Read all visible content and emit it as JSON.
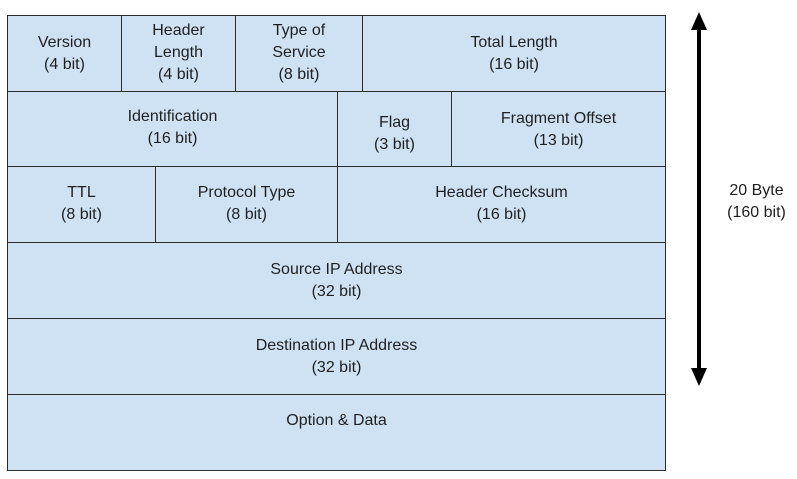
{
  "rows": [
    {
      "cells": [
        {
          "lines": [
            "Version",
            "(4 bit)"
          ]
        },
        {
          "lines": [
            "Header",
            "Length",
            "(4 bit)"
          ]
        },
        {
          "lines": [
            "Type of",
            "Service",
            "(8 bit)"
          ]
        },
        {
          "lines": [
            "Total Length",
            "(16 bit)"
          ]
        }
      ]
    },
    {
      "cells": [
        {
          "lines": [
            "Identification",
            "(16 bit)"
          ]
        },
        {
          "lines": [
            "Flag",
            "(3 bit)"
          ]
        },
        {
          "lines": [
            "Fragment Offset",
            "(13 bit)"
          ]
        }
      ]
    },
    {
      "cells": [
        {
          "lines": [
            "TTL",
            "(8 bit)"
          ]
        },
        {
          "lines": [
            "Protocol Type",
            "(8 bit)"
          ]
        },
        {
          "lines": [
            "Header Checksum",
            "(16 bit)"
          ]
        }
      ]
    },
    {
      "cells": [
        {
          "lines": [
            "Source IP Address",
            "(32 bit)"
          ]
        }
      ]
    },
    {
      "cells": [
        {
          "lines": [
            "Destination IP Address",
            "(32 bit)"
          ]
        }
      ]
    },
    {
      "cells": [
        {
          "lines": [
            "Option & Data"
          ]
        }
      ]
    }
  ],
  "size_annotation": {
    "line1": "20 Byte",
    "line2": "(160 bit)"
  },
  "colors": {
    "cell_fill": "#cfe2f3",
    "border": "#2b2b2b",
    "arrow": "#000000"
  }
}
